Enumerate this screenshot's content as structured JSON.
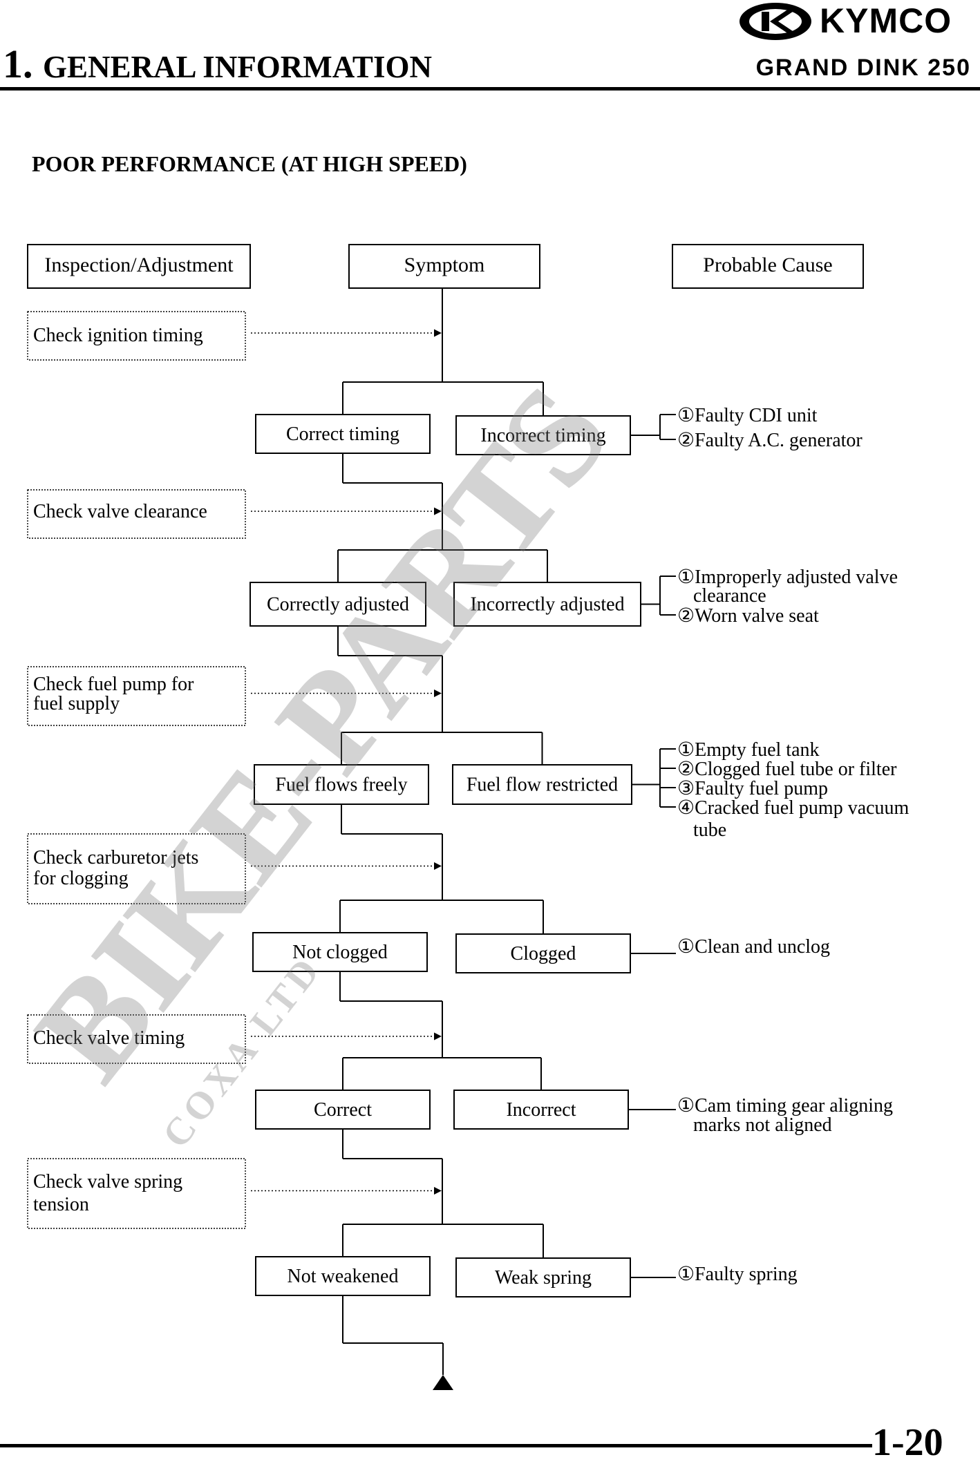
{
  "header": {
    "chapter_number": "1.",
    "chapter_title": "GENERAL INFORMATION",
    "brand": "KYMCO",
    "model": "GRAND DINK 250"
  },
  "section_title": "POOR PERFORMANCE (AT HIGH SPEED)",
  "column_headers": {
    "inspection": "Inspection/Adjustment",
    "symptom": "Symptom",
    "cause": "Probable Cause"
  },
  "steps": [
    {
      "check": [
        "Check ignition timing"
      ],
      "ok": "Correct timing",
      "ng": "Incorrect timing",
      "causes": [
        [
          "①Faulty CDI unit"
        ],
        [
          "②Faulty A.C. generator"
        ]
      ]
    },
    {
      "check": [
        "Check valve clearance"
      ],
      "ok": "Correctly adjusted",
      "ng": "Incorrectly adjusted",
      "causes": [
        [
          "①Improperly adjusted valve",
          "clearance"
        ],
        [
          "②Worn valve seat"
        ]
      ]
    },
    {
      "check": [
        "Check fuel pump for",
        "fuel supply"
      ],
      "ok": "Fuel flows freely",
      "ng": "Fuel flow restricted",
      "causes": [
        [
          "①Empty fuel tank"
        ],
        [
          "②Clogged fuel tube or filter"
        ],
        [
          "③Faulty fuel pump"
        ],
        [
          "④Cracked fuel pump vacuum",
          "tube"
        ]
      ]
    },
    {
      "check": [
        "Check carburetor jets",
        "for clogging"
      ],
      "ok": "Not clogged",
      "ng": "Clogged",
      "causes": [
        [
          "①Clean and unclog"
        ]
      ]
    },
    {
      "check": [
        "Check valve timing"
      ],
      "ok": "Correct",
      "ng": "Incorrect",
      "causes": [
        [
          "①Cam timing gear aligning",
          "marks not aligned"
        ]
      ]
    },
    {
      "check": [
        "Check valve spring",
        "tension"
      ],
      "ok": "Not weakened",
      "ng": "Weak spring",
      "causes": [
        [
          "①Faulty spring"
        ]
      ]
    }
  ],
  "watermark": {
    "main": "BIKE-PARTS",
    "sub": "COXA LTD"
  },
  "footer": {
    "page_number": "1-20"
  }
}
